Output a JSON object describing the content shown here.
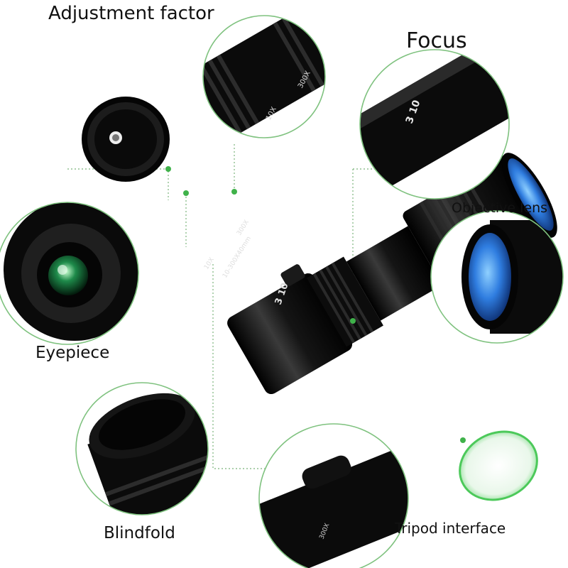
{
  "labels": {
    "adjustment_factor": "Adjustment factor",
    "focus": "Focus",
    "objective_lens": "Objective lens",
    "eyepiece": "Eyepiece",
    "blindfold": "Blindfold",
    "tripod_interface": "Tripod interface"
  },
  "engravings": {
    "spec": "10-300X40mm",
    "zoom_min": "10X",
    "zoom_max": "300X",
    "focus_marks": "3 10",
    "ring_mark": "300X"
  },
  "colors": {
    "callout_circle": "#7fc27f",
    "guide_dot": "#3fb24a",
    "guide_line": "#8fbf8f",
    "lens_blue": "#2f7de0",
    "lens_green": "#1e8a4a",
    "body": "#0d0d0d"
  }
}
